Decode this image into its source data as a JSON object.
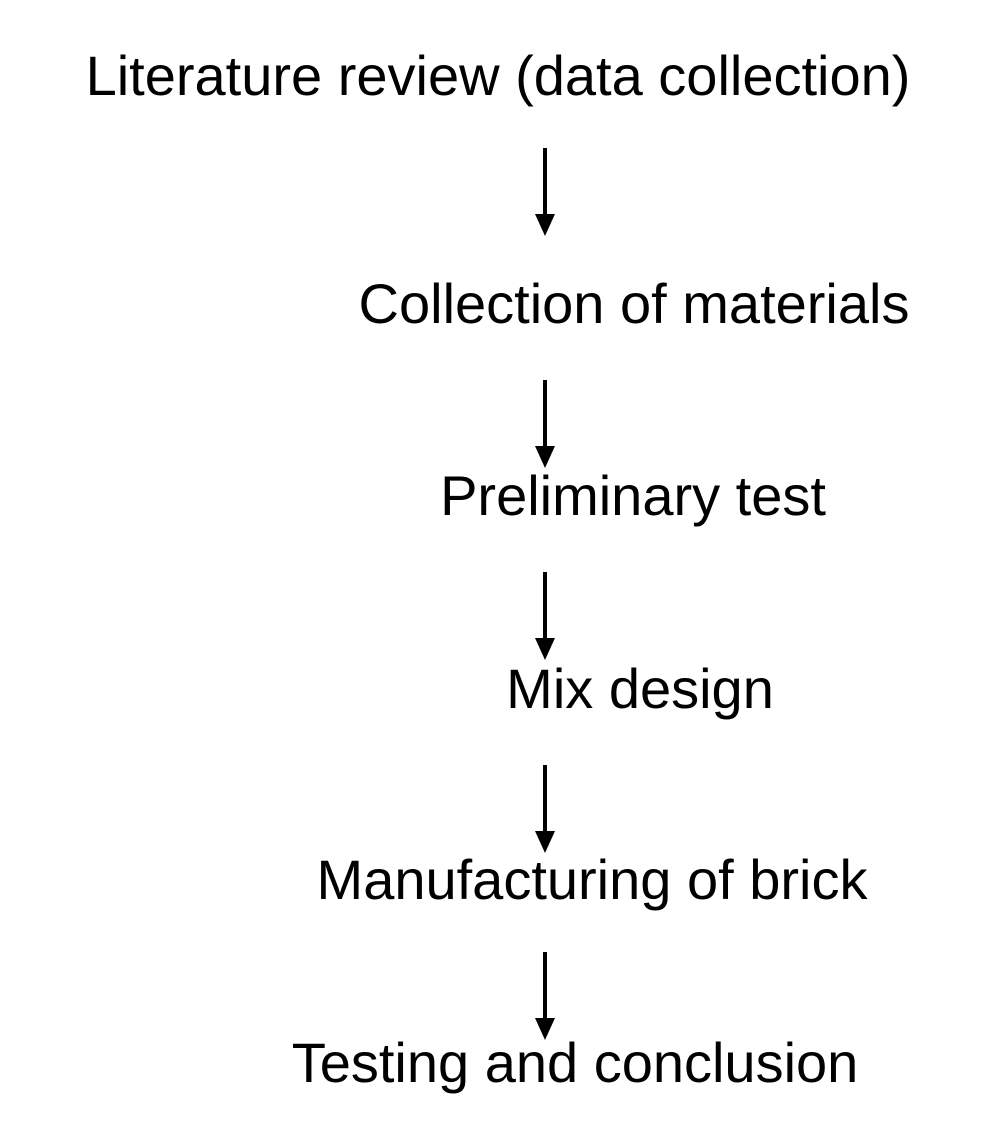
{
  "flowchart": {
    "steps": [
      {
        "label": "Literature review (data collection)"
      },
      {
        "label": "Collection of materials"
      },
      {
        "label": "Preliminary test"
      },
      {
        "label": "Mix design"
      },
      {
        "label": "Manufacturing of brick"
      },
      {
        "label": "Testing and conclusion"
      }
    ],
    "arrow_color": "#000000",
    "text_color": "#000000"
  }
}
